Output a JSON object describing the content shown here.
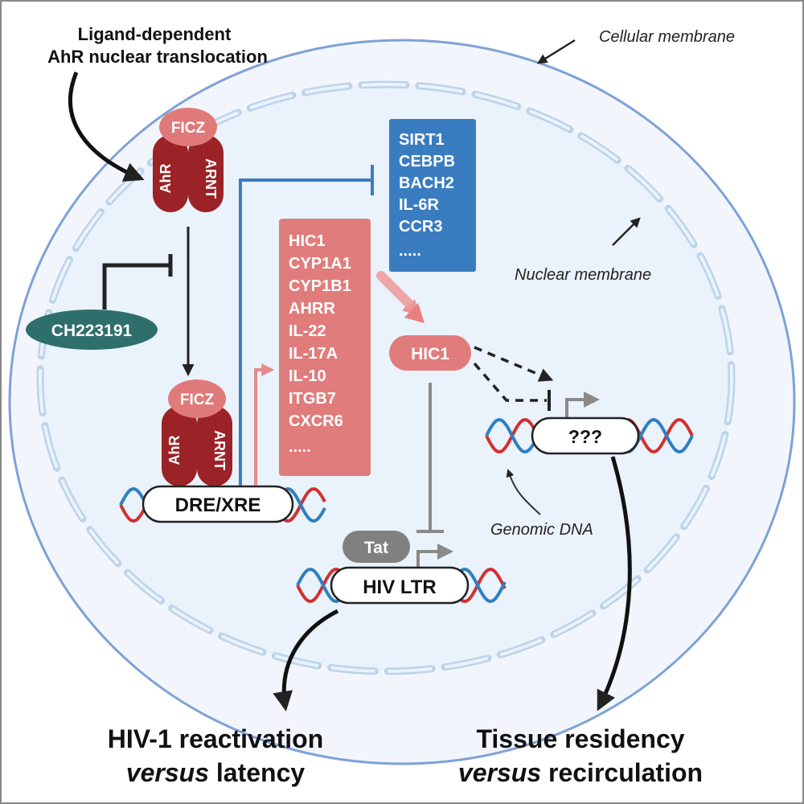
{
  "labels": {
    "ligand_line1": "Ligand-dependent",
    "ligand_line2": "AhR nuclear translocation",
    "cellular_membrane": "Cellular membrane",
    "nuclear_membrane": "Nuclear membrane",
    "genomic_dna": "Genomic DNA",
    "inhibitor": "CH223191",
    "hic1_node": "HIC1",
    "dre_xre": "DRE/XRE",
    "hiv_ltr": "HIV LTR",
    "tat": "Tat",
    "unknown_gene": "???"
  },
  "complex_top": {
    "ligand": "FICZ",
    "left": "AhR",
    "right": "ARNT"
  },
  "complex_bottom": {
    "ligand": "FICZ",
    "left": "AhR",
    "right": "ARNT"
  },
  "repressed_genes": [
    "SIRT1",
    "CEBPB",
    "BACH2",
    "IL-6R",
    "CCR3",
    "....."
  ],
  "induced_genes": [
    "HIC1",
    "CYP1A1",
    "CYP1B1",
    "AHRR",
    "IL-22",
    "IL-17A",
    "IL-10",
    "ITGB7",
    "CXCR6",
    "....."
  ],
  "outcomes": {
    "left_line1": "HIV-1 reactivation",
    "left_line2_italic": "versus",
    "left_line2_rest": " latency",
    "right_line1": "Tissue residency",
    "right_line2_italic": "versus",
    "right_line2_rest": " recirculation"
  },
  "colors": {
    "ahr_dark_red": "#9b2226",
    "ficz_pink": "#e07a7a",
    "induced_pink": "#e07c7c",
    "repressed_blue": "#3a7cc0",
    "inhibitor_teal": "#2f6f6b",
    "tat_grey": "#808080",
    "nucleus_fill": "#eef4fb",
    "membrane_blue": "#8fb0dc",
    "dna_red": "#d1312f",
    "dna_blue": "#2f7fc1"
  }
}
